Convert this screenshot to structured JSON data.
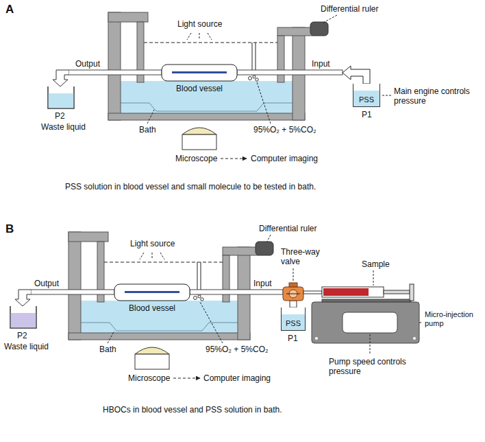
{
  "diagram": {
    "nodes": [
      {
        "text": [
          "PSS"
        ]
      },
      {
        "text": [
          "PSS"
        ]
      }
    ],
    "labels": [
      "A",
      "Differential ruler",
      "Light source",
      "Output",
      "Input",
      "P2",
      "Waste liquid",
      "Blood vessel",
      "Bath",
      "95%O₂ + 5%CO₂",
      "P1",
      "Main engine controls pressure",
      "Microscope",
      "Computer imaging",
      "PSS solution in blood vessel and small molecule to be tested in bath.",
      "B",
      "Differential ruler",
      "Light source",
      "Three-way valve",
      "Sample",
      "Output",
      "Input",
      "P2",
      "Waste liquid",
      "Blood vessel",
      "Bath",
      "95%O₂ + 5%CO₂",
      "P1",
      "Micro-injection pump",
      "Pump speed controls pressure",
      "Microscope",
      "Computer imaging",
      "HBOCs in blood vessel and PSS solution in bath."
    ]
  }
}
